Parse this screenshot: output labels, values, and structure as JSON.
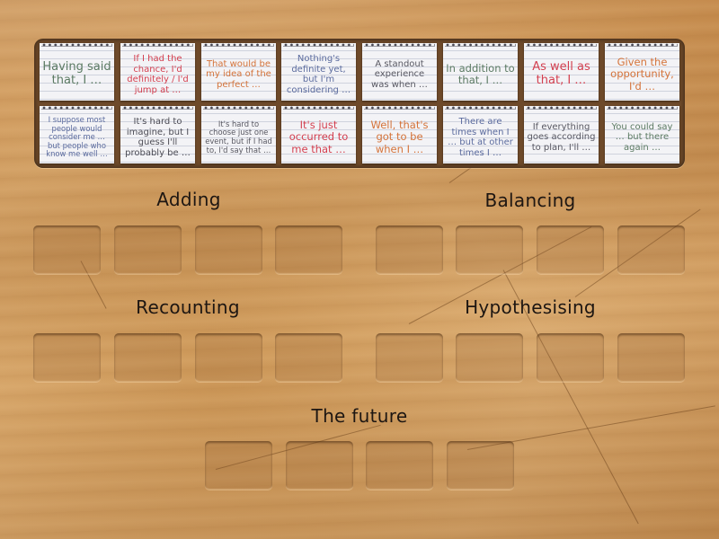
{
  "cards": [
    {
      "text": "Having said that, I …",
      "color": "#5b7a63"
    },
    {
      "text": "If I had the chance, I'd definitely / I'd jump at …",
      "color": "#d33f4f"
    },
    {
      "text": "That would be my idea of the perfect …",
      "color": "#d4733a"
    },
    {
      "text": "Nothing's definite yet, but I'm considering …",
      "color": "#5b6b9e"
    },
    {
      "text": "A standout experience was when …",
      "color": "#585862"
    },
    {
      "text": "In addition to that, I …",
      "color": "#5b7a63"
    },
    {
      "text": "As well as that, I …",
      "color": "#d33f4f"
    },
    {
      "text": "Given the opportunity, I'd …",
      "color": "#d4733a"
    },
    {
      "text": "I suppose most people would consider me … but people who know me well …",
      "color": "#5b6b9e"
    },
    {
      "text": "It's hard to imagine, but I guess I'll probably be …",
      "color": "#4c4c55"
    },
    {
      "text": "It's hard to choose just one event, but if I had to, I'd say that …",
      "color": "#585862"
    },
    {
      "text": "It's just occurred to me that …",
      "color": "#d33f4f"
    },
    {
      "text": "Well, that's got to be when I …",
      "color": "#d4733a"
    },
    {
      "text": "There are times when I … but at other times I …",
      "color": "#5b6b9e"
    },
    {
      "text": "If everything goes according to plan, I'll …",
      "color": "#585862"
    },
    {
      "text": "You could say … but there again …",
      "color": "#5b7a63"
    }
  ],
  "groups": [
    {
      "title": "Adding",
      "slots": 4
    },
    {
      "title": "Balancing",
      "slots": 4
    },
    {
      "title": "Recounting",
      "slots": 4
    },
    {
      "title": "Hypothesising",
      "slots": 4
    },
    {
      "title": "The future",
      "slots": 4
    }
  ],
  "colors": {
    "background_wood": "#d09c5e",
    "tray": "#6e4a2a",
    "card_paper": "#f3f3f6",
    "title_text": "#1d1612"
  }
}
